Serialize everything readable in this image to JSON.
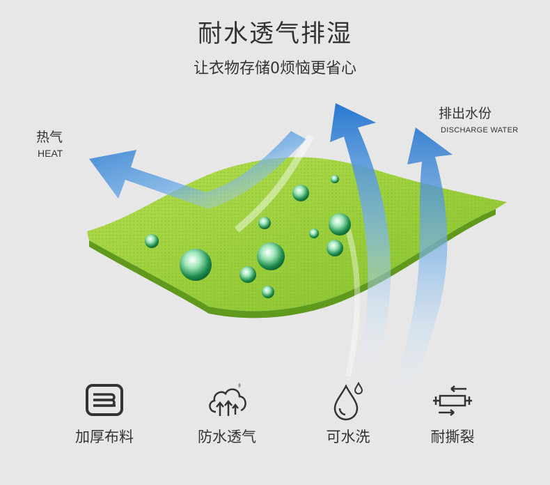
{
  "header": {
    "title": "耐水透气排湿",
    "subtitle": "让衣物存储0烦恼更省心"
  },
  "labels": {
    "heat_cn": "热气",
    "heat_en": "HEAT",
    "water_cn": "排出水份",
    "water_en": "DISCHARGE WATER"
  },
  "features": [
    {
      "label": "加厚布料",
      "icon": "layered-fabric-icon"
    },
    {
      "label": "防水透气",
      "icon": "cloud-arrows-icon"
    },
    {
      "label": "可水洗",
      "icon": "water-drop-icon"
    },
    {
      "label": "耐撕裂",
      "icon": "tear-resistant-icon"
    }
  ],
  "colors": {
    "background": "#e7e7e8",
    "fabric_green": "#8cc63f",
    "arrow_blue": "#2d7fd0",
    "text": "#333333"
  }
}
